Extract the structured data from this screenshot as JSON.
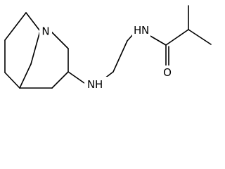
{
  "molecule": {
    "atoms": {
      "quinuclidine_n": "N",
      "amine_nh": "N",
      "amine_h": "H",
      "amide_nh": "N",
      "amide_h": "H",
      "carbonyl_o": "O"
    }
  },
  "colors": {
    "bond": "#000000",
    "label": "#000000",
    "background": "#ffffff"
  }
}
